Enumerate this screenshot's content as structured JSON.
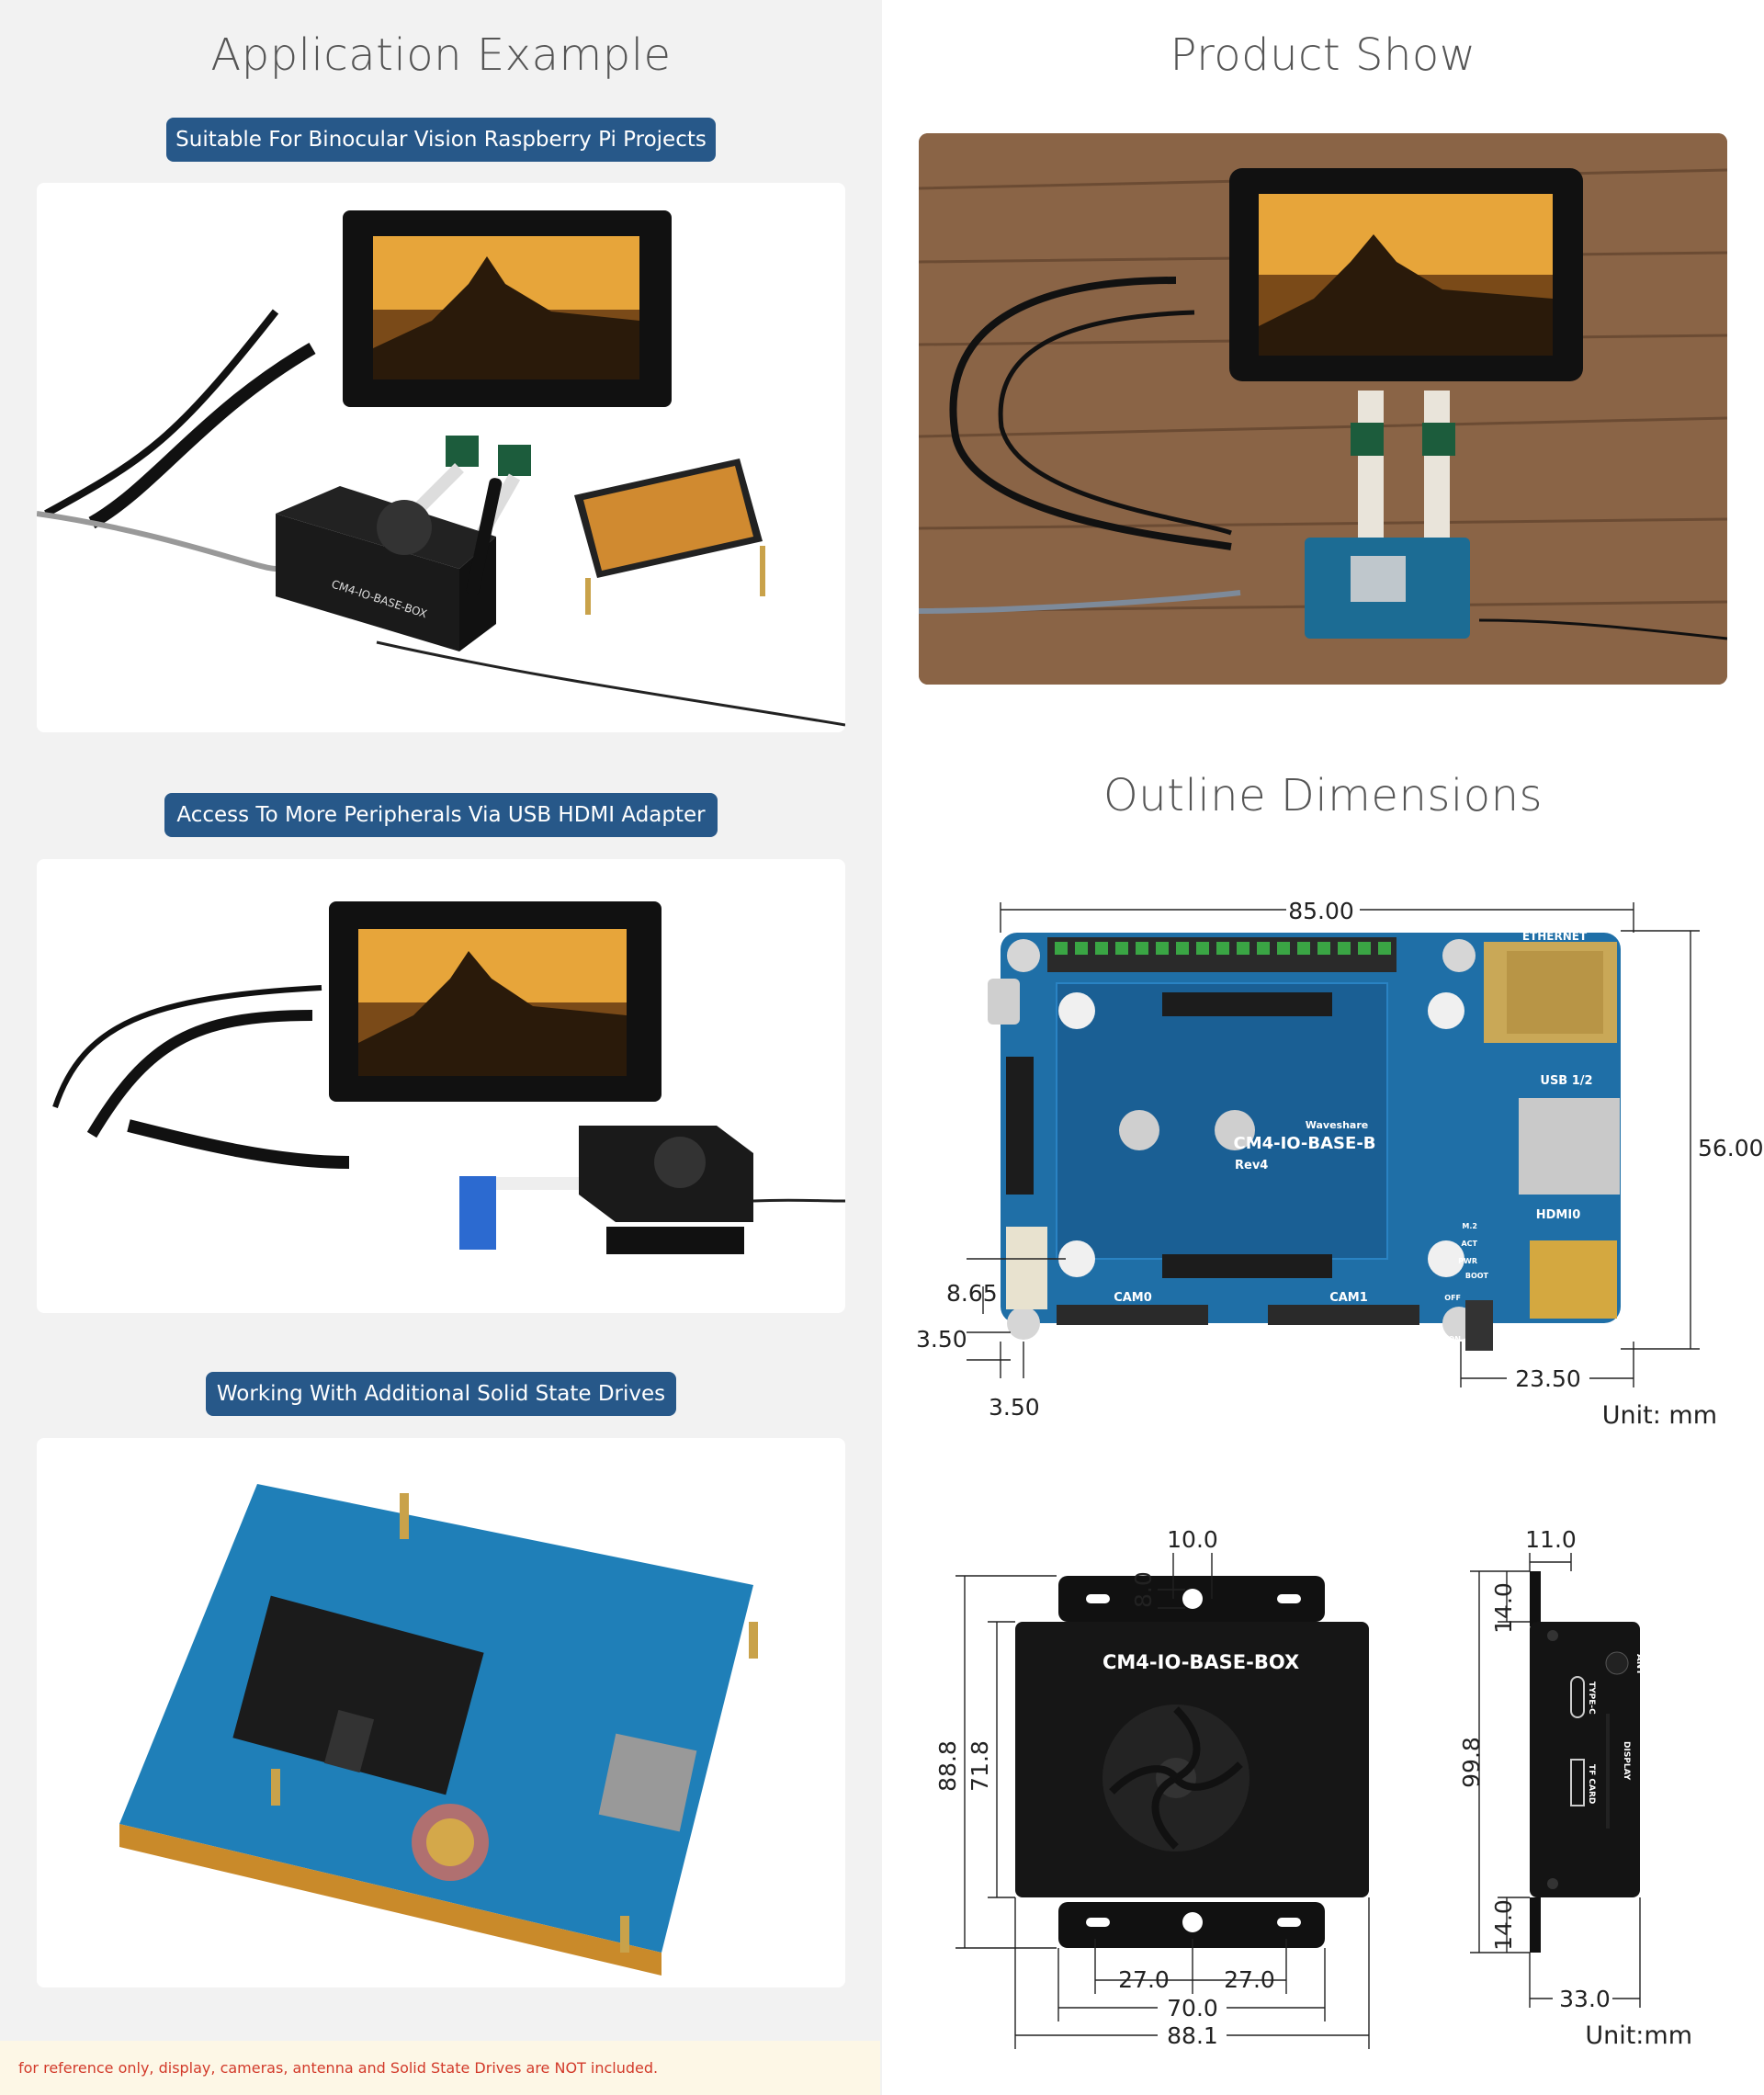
{
  "left": {
    "title": "Application Example",
    "sections": [
      {
        "label": "Suitable For Binocular Vision Raspberry Pi Projects"
      },
      {
        "label": "Access To More Peripherals Via USB HDMI Adapter"
      },
      {
        "label": "Working With Additional Solid State Drives"
      }
    ],
    "box_brand": "CM4-IO-BASE-BOX",
    "footnote": "for reference only, display, cameras, antenna and Solid State Drives are NOT included."
  },
  "right": {
    "product_title": "Product Show",
    "outline_title": "Outline Dimensions",
    "board": {
      "name": "CM4-IO-BASE-B",
      "rev": "Rev4",
      "brand": "Waveshare",
      "labels": {
        "ethernet": "ETHERNET",
        "usb": "USB 1/2",
        "hdmi": "HDMI0",
        "cam0": "CAM0",
        "cam1": "CAM1",
        "m2": "M.2",
        "act": "ACT",
        "pwr": "PWR",
        "boot": "BOOT",
        "off": "OFF",
        "on": "ON"
      },
      "dims": {
        "width": "85.00",
        "height": "56.00",
        "right_offset": "23.50",
        "cam_offset": "8.65",
        "hole_y": "3.50",
        "hole_x": "3.50"
      },
      "unit": "Unit: mm"
    },
    "box": {
      "brand": "CM4-IO-BASE-BOX",
      "dims": {
        "tab_w": "10.0",
        "tab_h": "8.0",
        "outer_h": "88.8",
        "inner_h": "71.8",
        "half_l": "27.0",
        "half_r": "27.0",
        "bolt": "70.0",
        "outer_w": "88.1",
        "side_top": "11.0",
        "side_a": "14.0",
        "side_h": "99.8",
        "side_b": "14.0",
        "side_w": "33.0"
      },
      "side_labels": {
        "ant": "ANT",
        "type_c": "TYPE-C",
        "display": "DISPLAY",
        "tf": "TF CARD"
      },
      "unit": "Unit:mm"
    }
  }
}
